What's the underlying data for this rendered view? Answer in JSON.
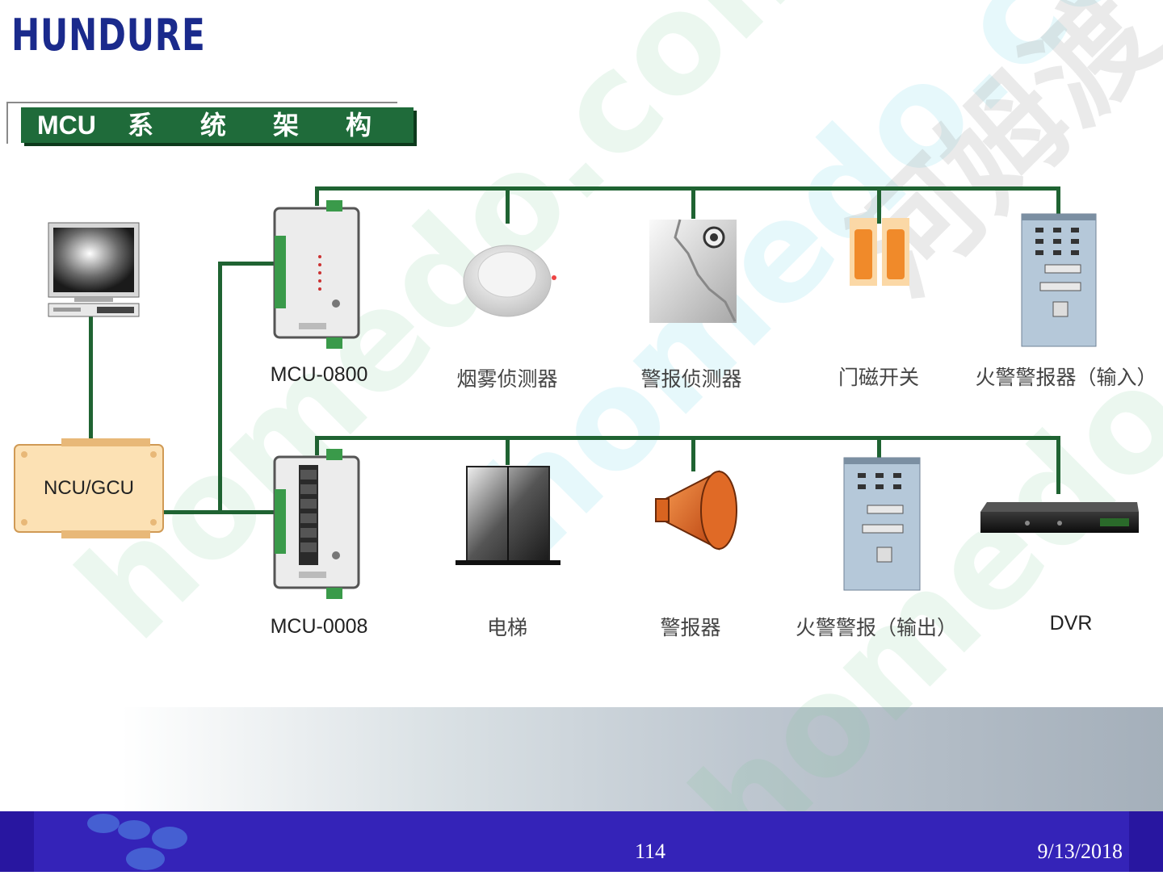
{
  "slide": {
    "logo": "HUNDURE",
    "title": [
      "MCU",
      "系",
      "统",
      "架",
      "构"
    ],
    "page_number": "114",
    "date": "9/13/2018",
    "watermark": {
      "text": "homedo.com",
      "cjk_text": "河姆渡"
    }
  },
  "diagram": {
    "controller": {
      "label": "NCU/GCU"
    },
    "computer": {
      "icon": "computer-monitor-icon"
    },
    "input_module": {
      "label": "MCU-0800",
      "devices": [
        {
          "label": "烟雾侦测器",
          "icon": "smoke-detector-icon"
        },
        {
          "label": "警报侦测器",
          "icon": "glass-break-detector-icon"
        },
        {
          "label": "门磁开关",
          "icon": "door-magnetic-switch-icon"
        },
        {
          "label": "火警警报器（输入）",
          "icon": "fire-alarm-panel-icon"
        }
      ]
    },
    "output_module": {
      "label": "MCU-0008",
      "devices": [
        {
          "label": "电梯",
          "icon": "elevator-icon"
        },
        {
          "label": "警报器",
          "icon": "siren-horn-icon"
        },
        {
          "label": "火警警报（输出）",
          "icon": "fire-alarm-panel-icon"
        },
        {
          "label": "DVR",
          "icon": "dvr-recorder-icon"
        }
      ]
    }
  },
  "colors": {
    "wire": "#1f6332",
    "title_bar": "#1f6b3a",
    "logo": "#1a2a8c",
    "footer": "#3423b8",
    "controller_fill": "#fce1b4"
  }
}
